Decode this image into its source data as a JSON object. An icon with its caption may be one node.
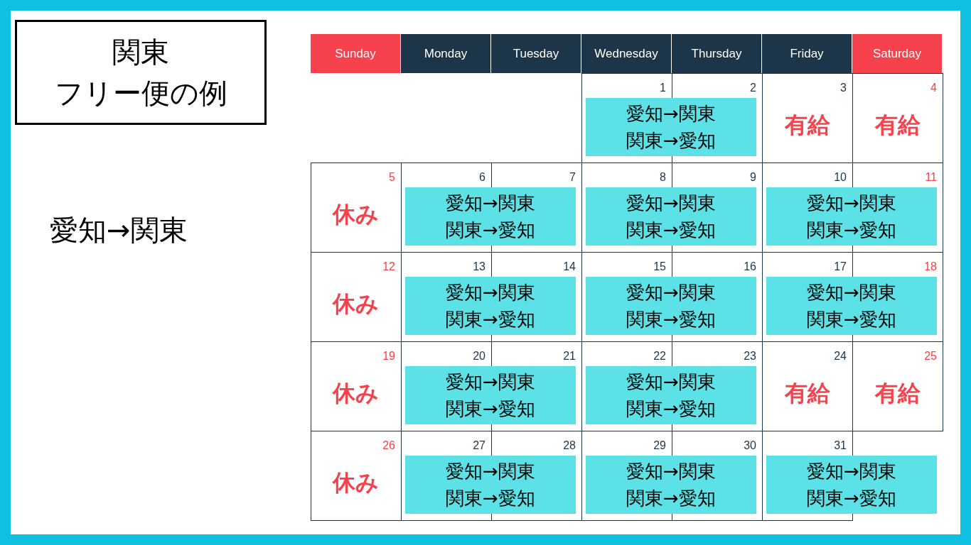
{
  "diagram": {
    "nodes": [
      {
        "text": [
          "関東",
          "フリー便の例"
        ]
      },
      {
        "text": [
          "愛知→関東",
          "関東→愛知"
        ]
      },
      {
        "text": [
          "愛知→関東",
          "関東→愛知"
        ]
      },
      {
        "text": [
          "愛知→関東",
          "関東→愛知"
        ]
      },
      {
        "text": [
          "愛知→関東",
          "関東→愛知"
        ]
      },
      {
        "text": [
          "愛知→関東",
          "関東→愛知"
        ]
      },
      {
        "text": [
          "愛知→関東",
          "関東→愛知"
        ]
      },
      {
        "text": [
          "愛知→関東",
          "関東→愛知"
        ]
      },
      {
        "text": [
          "愛知→関東",
          "関東→愛知"
        ]
      },
      {
        "text": [
          "愛知→関東",
          "関東→愛知"
        ]
      },
      {
        "text": [
          "愛知→関東",
          "関東→愛知"
        ]
      },
      {
        "text": [
          "愛知→関東",
          "関東→愛知"
        ]
      },
      {
        "text": [
          "愛知→関東",
          "関東→愛知"
        ]
      }
    ],
    "labels": [
      "愛知→関東",
      "Sunday",
      "Monday",
      "Tuesday",
      "Wednesday",
      "Thursday",
      "Friday",
      "Saturday",
      "1",
      "2",
      "3",
      "有給",
      "4",
      "有給",
      "5",
      "休み",
      "6",
      "7",
      "8",
      "9",
      "10",
      "11",
      "12",
      "休み",
      "13",
      "14",
      "15",
      "16",
      "17",
      "18",
      "19",
      "休み",
      "20",
      "21",
      "22",
      "23",
      "24",
      "有給",
      "25",
      "有給",
      "26",
      "休み",
      "27",
      "28",
      "29",
      "30",
      "31"
    ]
  }
}
